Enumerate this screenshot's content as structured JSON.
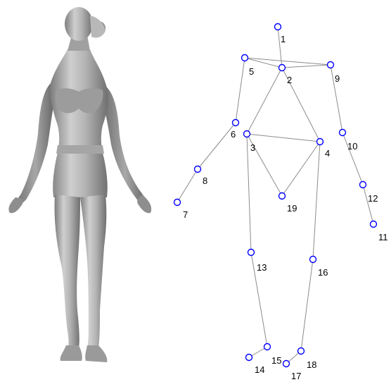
{
  "figure": {
    "body_scan": {
      "depiction": "grey 3D scanned female body mesh, standing A-pose",
      "color": "#a9a9a9"
    },
    "skeleton": {
      "joint_color": "#0000ff",
      "bone_color": "#8c8c8c",
      "joints": [
        {
          "id": "1",
          "label": "1"
        },
        {
          "id": "2",
          "label": "2"
        },
        {
          "id": "3",
          "label": "3"
        },
        {
          "id": "4",
          "label": "4"
        },
        {
          "id": "5",
          "label": "5"
        },
        {
          "id": "6",
          "label": "6"
        },
        {
          "id": "7",
          "label": "7"
        },
        {
          "id": "8",
          "label": "8"
        },
        {
          "id": "9",
          "label": "9"
        },
        {
          "id": "10",
          "label": "10"
        },
        {
          "id": "11",
          "label": "11"
        },
        {
          "id": "12",
          "label": "12"
        },
        {
          "id": "13",
          "label": "13"
        },
        {
          "id": "14",
          "label": "14"
        },
        {
          "id": "15",
          "label": "15"
        },
        {
          "id": "16",
          "label": "16"
        },
        {
          "id": "17",
          "label": "17"
        },
        {
          "id": "18",
          "label": "18"
        },
        {
          "id": "19",
          "label": "19"
        }
      ],
      "bones": [
        [
          "1",
          "2"
        ],
        [
          "5",
          "2"
        ],
        [
          "2",
          "9"
        ],
        [
          "5",
          "9"
        ],
        [
          "5",
          "6"
        ],
        [
          "6",
          "8"
        ],
        [
          "8",
          "7"
        ],
        [
          "9",
          "10"
        ],
        [
          "10",
          "12"
        ],
        [
          "12",
          "11"
        ],
        [
          "2",
          "3"
        ],
        [
          "2",
          "4"
        ],
        [
          "3",
          "4"
        ],
        [
          "3",
          "19"
        ],
        [
          "4",
          "19"
        ],
        [
          "3",
          "13"
        ],
        [
          "13",
          "15"
        ],
        [
          "15",
          "14"
        ],
        [
          "4",
          "16"
        ],
        [
          "16",
          "18"
        ],
        [
          "18",
          "17"
        ]
      ]
    }
  }
}
